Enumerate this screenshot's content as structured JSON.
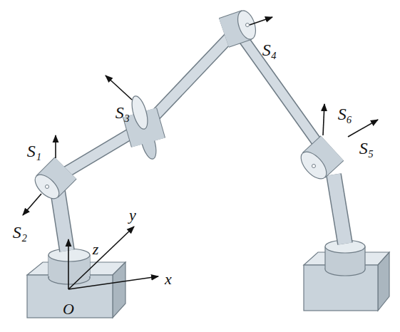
{
  "diagram": {
    "labels": [
      "S₁",
      "S₂",
      "S₃",
      "S₄",
      "S₅",
      "S₆",
      "x",
      "y",
      "z",
      "O"
    ]
  }
}
